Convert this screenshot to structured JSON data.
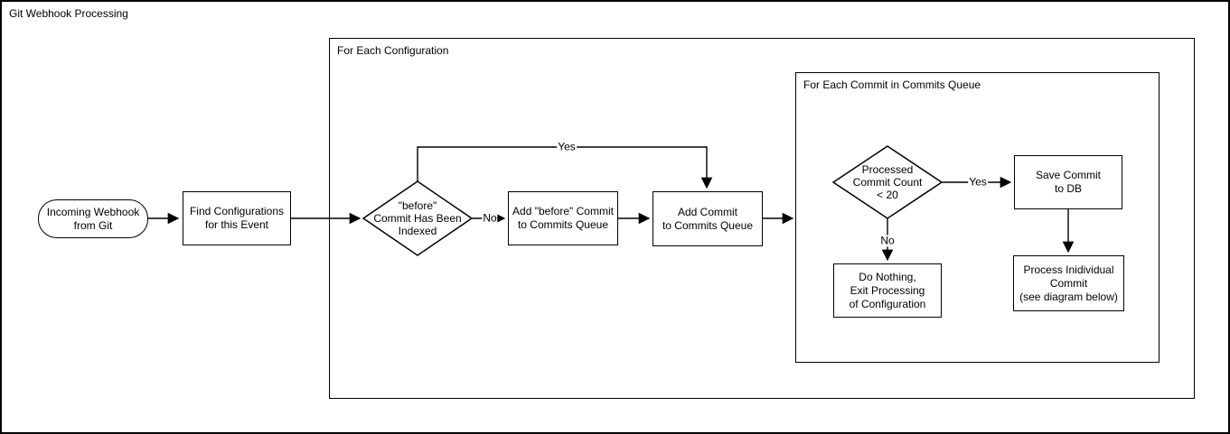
{
  "title": "Git Webhook Processing",
  "colors": {
    "stroke": "#000000",
    "background": "#ffffff"
  },
  "containers": {
    "config_loop": {
      "label": "For Each Configuration"
    },
    "commits_loop": {
      "label": "For Each Commit in Commits Queue"
    }
  },
  "nodes": {
    "start": {
      "label": "Incoming Webhook\nfrom Git",
      "shape": "stadium"
    },
    "find_config": {
      "label": "Find Configurations\nfor this Event",
      "shape": "rect"
    },
    "decision_before": {
      "label": "\"before\"\nCommit Has Been\nIndexed",
      "shape": "diamond"
    },
    "add_before": {
      "label": "Add \"before\" Commit\nto Commits Queue",
      "shape": "rect"
    },
    "add_commit": {
      "label": "Add Commit\nto Commits Queue",
      "shape": "rect"
    },
    "decision_count": {
      "label": "Processed\nCommit Count\n< 20",
      "shape": "diamond"
    },
    "save_commit": {
      "label": "Save Commit\nto DB",
      "shape": "rect"
    },
    "do_nothing": {
      "label": "Do Nothing,\nExit Processing\nof Configuration",
      "shape": "rect"
    },
    "process_individual": {
      "label": "Process Inidividual\nCommit\n(see diagram below)",
      "shape": "rect"
    }
  },
  "edges": {
    "before_yes": "Yes",
    "before_no": "No",
    "count_yes": "Yes",
    "count_no": "No"
  }
}
